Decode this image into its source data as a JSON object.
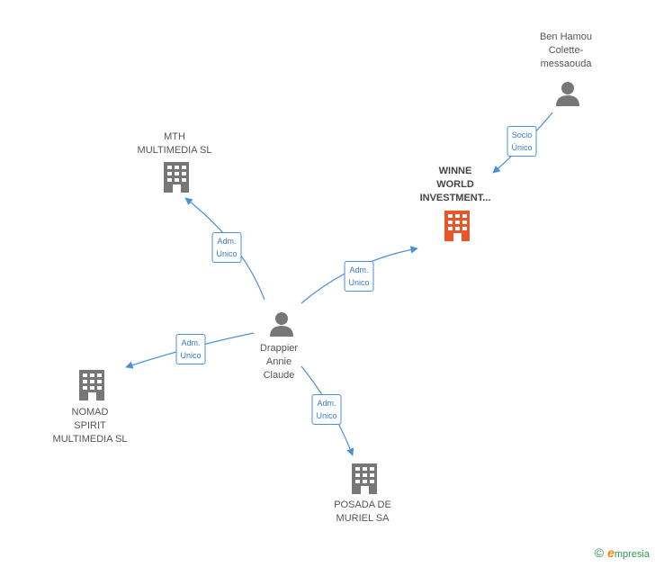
{
  "colors": {
    "edge": "#4a90d9",
    "node_gray": "#777777",
    "node_highlight": "#e8572a"
  },
  "nodes": {
    "ben": {
      "label": "Ben Hamou\nColette-\nmessaouda",
      "icon": "person-icon"
    },
    "winne": {
      "label": "WINNE\nWORLD\nINVESTMENT...",
      "icon": "building-icon"
    },
    "mth": {
      "label": "MTH\nMULTIMEDIA SL",
      "icon": "building-icon"
    },
    "drappier": {
      "label": "Drappier\nAnnie\nClaude",
      "icon": "person-icon"
    },
    "nomad": {
      "label": "NOMAD\nSPIRIT\nMULTIMEDIA SL",
      "icon": "building-icon"
    },
    "posada": {
      "label": "POSADA DE\nMURIEL SA",
      "icon": "building-icon"
    }
  },
  "edges": {
    "ben_winne": {
      "label": "Socio\nÚnico"
    },
    "drappier_mth": {
      "label": "Adm.\nUnico"
    },
    "drappier_winne": {
      "label": "Adm.\nUnico"
    },
    "drappier_nomad": {
      "label": "Adm.\nUnico"
    },
    "drappier_posada": {
      "label": "Adm.\nUnico"
    }
  },
  "brand": {
    "copyright": "©",
    "name_initial": "e",
    "name_rest": "mpresia"
  }
}
